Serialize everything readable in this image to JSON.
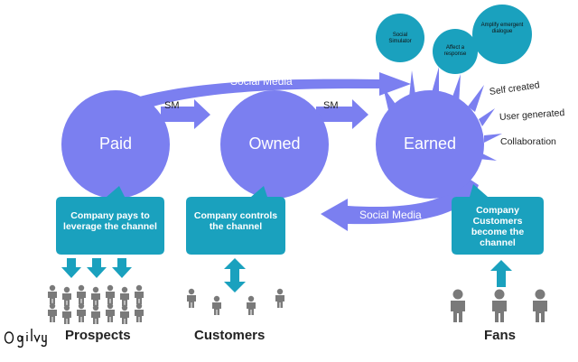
{
  "colors": {
    "circle": "#7B7FF0",
    "teal": "#1AA1BE",
    "tealDark": "#13839C",
    "person": "#7A7A7A",
    "text": "#222222"
  },
  "circles": {
    "paid": "Paid",
    "owned": "Owned",
    "earned": "Earned"
  },
  "arrows": {
    "social_media_top": "Social Media",
    "social_media_bottom": "Social Media",
    "sm_1": "SM",
    "sm_2": "SM"
  },
  "bubbles": {
    "paid": "Company pays to leverage the channel",
    "owned": "Company controls the channel",
    "earned": "Company Customers become the channel"
  },
  "small_circles": {
    "social_simulator": "Social Simulator",
    "affect_response": "Affect a response",
    "amplify": "Amplify emergent dialogue"
  },
  "features": {
    "self_created": "Self created",
    "user_generated": "User generated",
    "collaboration": "Collaboration"
  },
  "groups": {
    "prospects": "Prospects",
    "customers": "Customers",
    "fans": "Fans"
  },
  "signature": "Ogilvy"
}
